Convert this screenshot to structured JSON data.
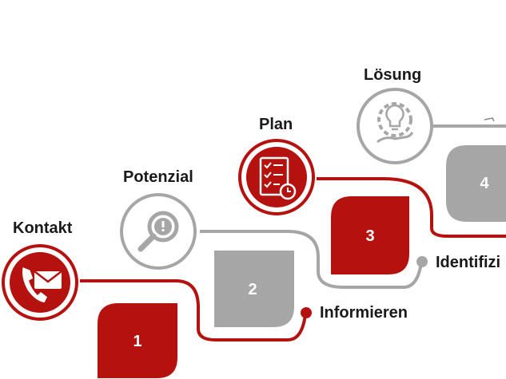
{
  "steps": [
    {
      "title": "Kontakt",
      "number": "1",
      "action": "Informieren",
      "icon": "phone-mail-icon",
      "color": "#b5120f"
    },
    {
      "title": "Potenzial",
      "number": "2",
      "action": "Identifizi",
      "icon": "magnifier-warning-icon",
      "color": "#a6a6a6"
    },
    {
      "title": "Plan",
      "number": "3",
      "action": "",
      "icon": "checklist-clock-icon",
      "color": "#b5120f"
    },
    {
      "title": "Lösung",
      "number": "4",
      "action": "",
      "icon": "gear-idea-hand-icon",
      "color": "#a6a6a6"
    }
  ],
  "colors": {
    "red": "#b5120f",
    "gray": "#a6a6a6"
  }
}
